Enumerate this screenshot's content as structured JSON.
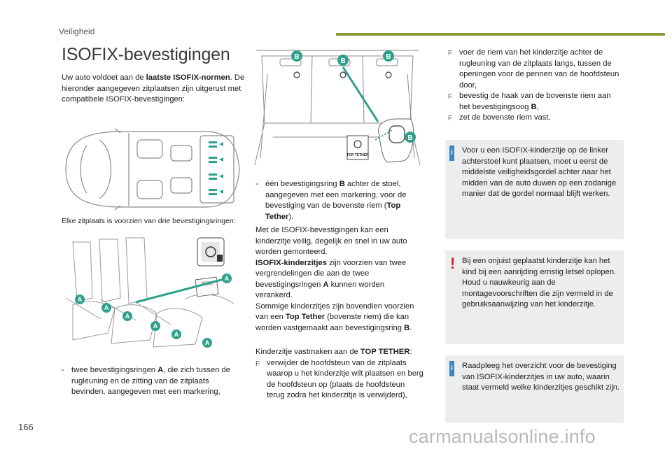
{
  "header": {
    "section": "Veiligheid",
    "title": "ISOFIX-bevestigingen"
  },
  "col1": {
    "intro_pre": "Uw auto voldoet aan de ",
    "intro_bold": "laatste ISOFIX-normen",
    "intro_post": ". De hieronder aangegeven zitplaatsen zijn uitgerust met compatibele ISOFIX-bevestigingen:",
    "caption": "Elke zitplaats is voorzien van drie bevestigingsringen:",
    "bullet_dash": "-",
    "bullet_pre": "twee bevestigingsringen ",
    "bullet_bold": "A",
    "bullet_post": ", die zich tussen de rugleuning en de zitting van de zitplaats bevinden, aangegeven met een markering,"
  },
  "col2": {
    "bullet_dash": "-",
    "bullet_pre": "één bevestigingsring ",
    "bullet_bold": "B",
    "bullet_mid": " achter de stoel, aangegeven met een markering, voor de bevestiging van de bovenste riem (",
    "bullet_bold2": "Top Tether",
    "bullet_post": ").",
    "para1": "Met de ISOFIX-bevestigingen kan een kinderzitje veilig, degelijk en snel in uw auto worden gemonteerd.",
    "para2_bold": "ISOFIX-kinderzitjes",
    "para2_post": " zijn voorzien van twee vergrendelingen die aan de twee bevestigingsringen ",
    "para2_bold2": "A",
    "para2_post2": " kunnen worden verankerd.",
    "para3_pre": "Sommige kinderzitjes zijn bovendien voorzien van een ",
    "para3_bold": "Top Tether",
    "para3_mid": " (bovenste riem) die kan worden vastgemaakt aan bevestigingsring ",
    "para3_bold2": "B",
    "para3_post": ".",
    "para4_pre": "Kinderzitje vastmaken aan de ",
    "para4_bold": "TOP TETHER",
    "para4_post": ":",
    "step1": "verwijder de hoofdsteun van de zitplaats waarop u het kinderzitje wilt plaatsen en berg de hoofdsteun op (plaats de hoofdsteun terug zodra het kinderzitje is verwijderd),"
  },
  "col3": {
    "step2": "voer de riem van het kinderzitje achter de rugleuning van de zitplaats langs, tussen de openingen voor de pennen van de hoofdsteun door,",
    "step3_pre": "bevestig de haak van de bovenste riem aan het bevestigingsoog ",
    "step3_bold": "B",
    "step3_post": ",",
    "step4": "zet de bovenste riem vast.",
    "info1": "Voor u een ISOFIX-kinderzitje op de linker achterstoel kunt plaatsen, moet u eerst de middelste veiligheidsgordel achter naar het midden van de auto duwen op een zodanige manier dat de gordel normaal blijft werken.",
    "warn1a": "Bij een onjuist geplaatst kinderzitje kan het kind bij een aanrijding ernstig letsel oplopen.",
    "warn1b": "Houd u nauwkeurig aan de montagevoorschriften die zijn vermeld in de gebruiksaanwijzing van het kinderzitje.",
    "info2": "Raadpleeg het overzicht voor de bevestiging van ISOFIX-kinderzitjes in uw auto, waarin staat vermeld welke kinderzitjes geschikt zijn."
  },
  "figures": {
    "label_a": "A",
    "label_b": "B",
    "top_tether": "TOP TETHER",
    "info_glyph": "i",
    "warn_glyph": "!",
    "step_glyph": "F"
  },
  "footer": {
    "page_number": "166",
    "watermark": "carmanualsonline.info"
  },
  "colors": {
    "accent": "#8c9a3c",
    "marker": "#2fa089",
    "info": "#3b83c4",
    "warning": "#d6252b"
  }
}
